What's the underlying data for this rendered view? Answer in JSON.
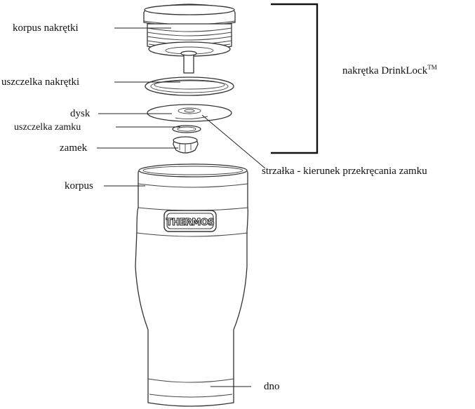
{
  "labels": {
    "korpus_nakretki": "korpus nakrętki",
    "uszczelka_nakretki": "uszczelka nakrętki",
    "dysk": "dysk",
    "uszczelka_zamku": "uszczelka zamku",
    "zamek": "zamek",
    "korpus": "korpus",
    "dno": "dno",
    "strzalka": "strzałka - kierunek przekręcania zamku",
    "nakretka": "nakrętka DrinkLock",
    "trademark": "TM"
  },
  "brand": {
    "logo_text": "THERMOS"
  }
}
